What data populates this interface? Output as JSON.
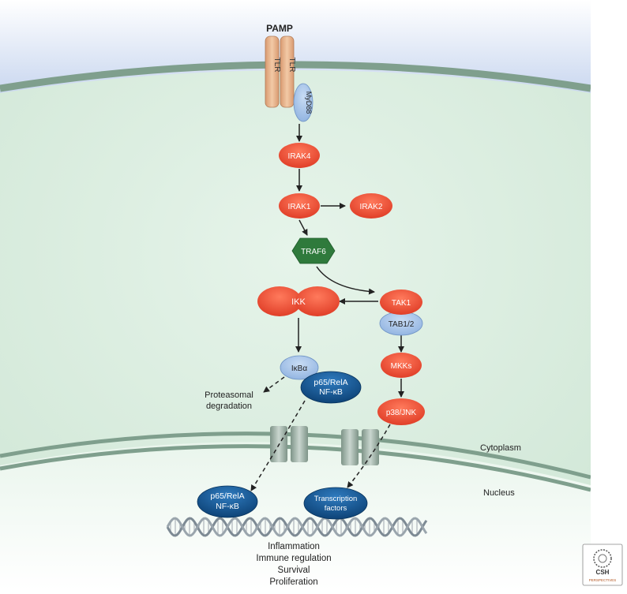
{
  "ligand": "PAMP",
  "receptor": [
    "TLR",
    "TLR"
  ],
  "adaptor": "MyD88",
  "kinases": {
    "irak4": "IRAK4",
    "irak1": "IRAK1",
    "irak2": "IRAK2",
    "traf6": "TRAF6",
    "tak1": "TAK1",
    "tab": "TAB1/2",
    "ikk": "IKK",
    "ikba": "IκBα",
    "mkks": "MKKs",
    "p38": "p38/JNK"
  },
  "nfkb_cyto": [
    "p65/RelA",
    "NF-κB"
  ],
  "nfkb_nuc": [
    "p65/RelA",
    "NF-κB"
  ],
  "tf": [
    "Transcription",
    "factors"
  ],
  "proteasome": [
    "Proteasomal",
    "degradation"
  ],
  "compartments": {
    "cytoplasm": "Cytoplasm",
    "nucleus": "Nucleus"
  },
  "outcomes": [
    "Inflammation",
    "Immune regulation",
    "Survival",
    "Proliferation"
  ],
  "logo": "CSH PERSPECTIVES",
  "colors": {
    "red": "#e8442e",
    "blue_light": "#a9c6ea",
    "blue_dark": "#0d4f8a",
    "green_dark": "#2f7a3c",
    "tlr": "#e8b690",
    "cytoplasm": "#d9eedf",
    "membrane": "#7f9f8d"
  }
}
